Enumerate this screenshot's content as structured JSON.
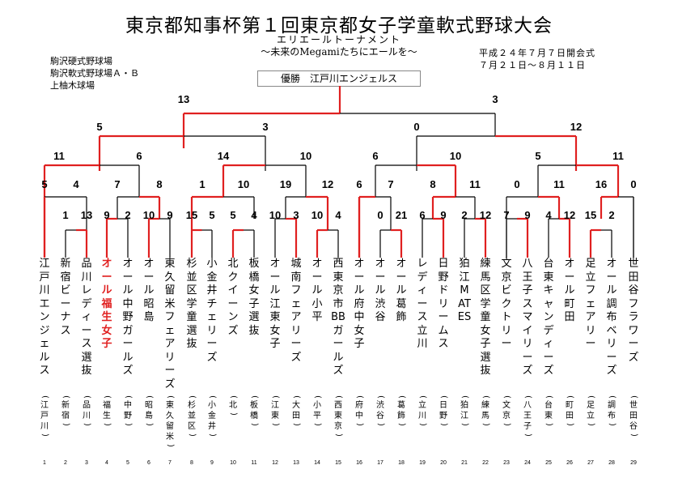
{
  "header": {
    "title": "東京都知事杯第１回東京都女子学童軟式野球大会",
    "subtitle1": "エリエールトーナメント",
    "subtitle2": "～未来のMegamiたちにエールを～",
    "venues": [
      "駒沢硬式野球場",
      "駒沢軟式野球場Ａ・Ｂ",
      "上柚木球場"
    ],
    "dates": [
      "平成２４年７月７日開会式",
      "７月２１日～８月１１日"
    ]
  },
  "winner_label": "優勝　江戸川エンジェルス",
  "colors": {
    "winner_path": "#e02020",
    "line": "#000000",
    "highlight_text": "#e02020"
  },
  "teams": [
    {
      "num": "1",
      "name": "江戸川エンジェルス",
      "abbr": "江戸川"
    },
    {
      "num": "2",
      "name": "新宿ビーナス",
      "abbr": "新宿"
    },
    {
      "num": "3",
      "name": "品川レディース選抜",
      "abbr": "品川"
    },
    {
      "num": "4",
      "name": "オール福生女子",
      "abbr": "福生",
      "highlight": true
    },
    {
      "num": "5",
      "name": "オール中野ガールズ",
      "abbr": "中野"
    },
    {
      "num": "6",
      "name": "オール昭島",
      "abbr": "昭島"
    },
    {
      "num": "7",
      "name": "東久留米フェアリーズ",
      "abbr": "東久留米"
    },
    {
      "num": "8",
      "name": "杉並区学童選抜",
      "abbr": "杉並区"
    },
    {
      "num": "9",
      "name": "小金井チェリーズ",
      "abbr": "小金井"
    },
    {
      "num": "10",
      "name": "北クイーンズ",
      "abbr": "北"
    },
    {
      "num": "11",
      "name": "板橋女子選抜",
      "abbr": "板橋"
    },
    {
      "num": "12",
      "name": "オール江東女子",
      "abbr": "江東"
    },
    {
      "num": "13",
      "name": "城南フェアリーズ",
      "abbr": "大田"
    },
    {
      "num": "14",
      "name": "オール小平",
      "abbr": "小平"
    },
    {
      "num": "15",
      "name": "西東京市BBガールズ",
      "abbr": "西東京"
    },
    {
      "num": "16",
      "name": "オール府中女子",
      "abbr": "府中"
    },
    {
      "num": "17",
      "name": "オール渋谷",
      "abbr": "渋谷"
    },
    {
      "num": "18",
      "name": "オール葛飾",
      "abbr": "葛飾"
    },
    {
      "num": "19",
      "name": "レディース立川",
      "abbr": "立川"
    },
    {
      "num": "20",
      "name": "日野ドリームス",
      "abbr": "日野"
    },
    {
      "num": "21",
      "name": "狛江MATES",
      "abbr": "狛江"
    },
    {
      "num": "22",
      "name": "練馬区学童女子選抜",
      "abbr": "練馬"
    },
    {
      "num": "23",
      "name": "文京ビクトリー",
      "abbr": "文京"
    },
    {
      "num": "24",
      "name": "八王子スマイリーズ",
      "abbr": "八王子"
    },
    {
      "num": "25",
      "name": "台東キャンディーズ",
      "abbr": "台東"
    },
    {
      "num": "26",
      "name": "オール町田",
      "abbr": "町田"
    },
    {
      "num": "27",
      "name": "足立フェアリー",
      "abbr": "足立"
    },
    {
      "num": "28",
      "name": "オール調布ベリーズ",
      "abbr": "調布"
    },
    {
      "num": "29",
      "name": "世田谷フラワーズ",
      "abbr": "世田谷"
    }
  ],
  "scores": [
    {
      "text": "13",
      "slot": "f-left"
    },
    {
      "text": "3",
      "slot": "f-right"
    },
    {
      "text": "5",
      "slot": "s1-l"
    },
    {
      "text": "3",
      "slot": "s1-r"
    },
    {
      "text": "0",
      "slot": "s2-l"
    },
    {
      "text": "12",
      "slot": "s2-r"
    },
    {
      "text": "11",
      "slot": "q1-l"
    },
    {
      "text": "6",
      "slot": "q1-r"
    },
    {
      "text": "14",
      "slot": "q2-l"
    },
    {
      "text": "10",
      "slot": "q2-r"
    },
    {
      "text": "6",
      "slot": "q3-l"
    },
    {
      "text": "10",
      "slot": "q3-r"
    },
    {
      "text": "5",
      "slot": "q4-l"
    },
    {
      "text": "11",
      "slot": "q4-r"
    },
    {
      "text": "5",
      "slot": "r3-1"
    },
    {
      "text": "4",
      "slot": "r3-2"
    },
    {
      "text": "7",
      "slot": "r3-3"
    },
    {
      "text": "8",
      "slot": "r3-4"
    },
    {
      "text": "1",
      "slot": "r3-5"
    },
    {
      "text": "10",
      "slot": "r3-6"
    },
    {
      "text": "19",
      "slot": "r3-7"
    },
    {
      "text": "12",
      "slot": "r3-8"
    },
    {
      "text": "6",
      "slot": "r3-9"
    },
    {
      "text": "7",
      "slot": "r3-10"
    },
    {
      "text": "8",
      "slot": "r3-11"
    },
    {
      "text": "11",
      "slot": "r3-12"
    },
    {
      "text": "0",
      "slot": "r3-13"
    },
    {
      "text": "11",
      "slot": "r3-14"
    },
    {
      "text": "16",
      "slot": "r3-15"
    },
    {
      "text": "0",
      "slot": "r3-16"
    },
    {
      "text": "1",
      "slot": "b-2"
    },
    {
      "text": "13",
      "slot": "b-3"
    },
    {
      "text": "9",
      "slot": "b-4"
    },
    {
      "text": "2",
      "slot": "b-5"
    },
    {
      "text": "10",
      "slot": "b-6"
    },
    {
      "text": "9",
      "slot": "b-7"
    },
    {
      "text": "15",
      "slot": "b-8"
    },
    {
      "text": "5",
      "slot": "b-9"
    },
    {
      "text": "5",
      "slot": "b-10"
    },
    {
      "text": "4",
      "slot": "b-11"
    },
    {
      "text": "10",
      "slot": "b-12"
    },
    {
      "text": "3",
      "slot": "b-13"
    },
    {
      "text": "10",
      "slot": "b-14"
    },
    {
      "text": "4",
      "slot": "b-15"
    },
    {
      "text": "0",
      "slot": "b-17"
    },
    {
      "text": "21",
      "slot": "b-18"
    },
    {
      "text": "6",
      "slot": "b-19"
    },
    {
      "text": "9",
      "slot": "b-20"
    },
    {
      "text": "2",
      "slot": "b-21"
    },
    {
      "text": "12",
      "slot": "b-22"
    },
    {
      "text": "7",
      "slot": "b-23"
    },
    {
      "text": "9",
      "slot": "b-24"
    },
    {
      "text": "4",
      "slot": "b-25"
    },
    {
      "text": "12",
      "slot": "b-26"
    },
    {
      "text": "15",
      "slot": "b-27"
    },
    {
      "text": "2",
      "slot": "b-28"
    }
  ]
}
